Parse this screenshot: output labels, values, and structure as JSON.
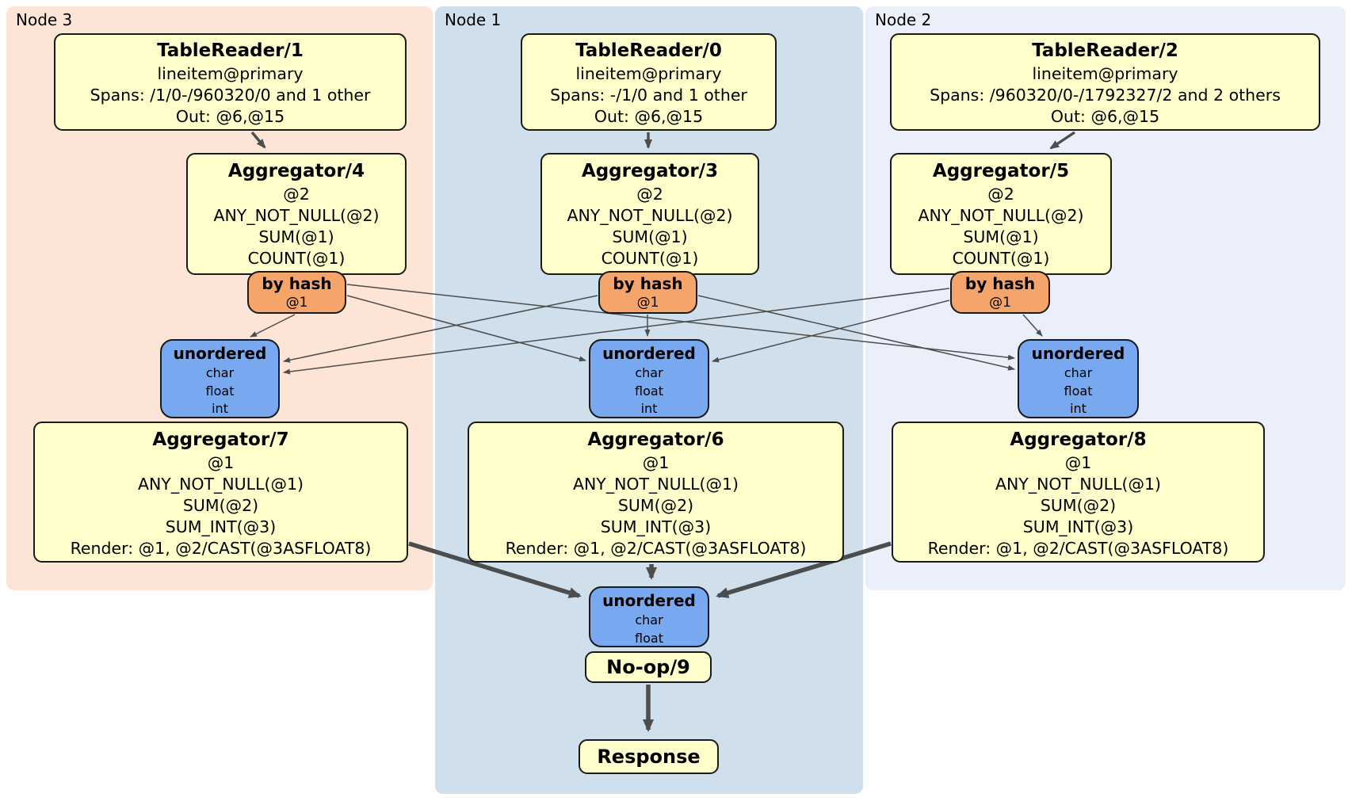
{
  "colors": {
    "node3-bg": "#fce4d6",
    "node1-bg": "#cfdfeb",
    "node2-bg": "#eaeffa",
    "box-bg": "#ffffcc",
    "router-bg": "#f5a46a",
    "sync-bg": "#77a8f0",
    "edge": "#4d4d4d"
  },
  "regions": {
    "node3": {
      "label": "Node 3"
    },
    "node1": {
      "label": "Node 1"
    },
    "node2": {
      "label": "Node 2"
    }
  },
  "processors": {
    "tr1": {
      "title": "TableReader/1",
      "lines": [
        "lineitem@primary",
        "Spans: /1/0-/960320/0 and 1 other",
        "Out: @6,@15"
      ]
    },
    "tr0": {
      "title": "TableReader/0",
      "lines": [
        "lineitem@primary",
        "Spans: -/1/0 and 1 other",
        "Out: @6,@15"
      ]
    },
    "tr2": {
      "title": "TableReader/2",
      "lines": [
        "lineitem@primary",
        "Spans: /960320/0-/1792327/2 and 2 others",
        "Out: @6,@15"
      ]
    },
    "agg4": {
      "title": "Aggregator/4",
      "lines": [
        "@2",
        "ANY_NOT_NULL(@2)",
        "SUM(@1)",
        "COUNT(@1)"
      ]
    },
    "agg3": {
      "title": "Aggregator/3",
      "lines": [
        "@2",
        "ANY_NOT_NULL(@2)",
        "SUM(@1)",
        "COUNT(@1)"
      ]
    },
    "agg5": {
      "title": "Aggregator/5",
      "lines": [
        "@2",
        "ANY_NOT_NULL(@2)",
        "SUM(@1)",
        "COUNT(@1)"
      ]
    },
    "agg7": {
      "title": "Aggregator/7",
      "lines": [
        "@1",
        "ANY_NOT_NULL(@1)",
        "SUM(@2)",
        "SUM_INT(@3)",
        "Render: @1, @2/CAST(@3ASFLOAT8)"
      ]
    },
    "agg6": {
      "title": "Aggregator/6",
      "lines": [
        "@1",
        "ANY_NOT_NULL(@1)",
        "SUM(@2)",
        "SUM_INT(@3)",
        "Render: @1, @2/CAST(@3ASFLOAT8)"
      ]
    },
    "agg8": {
      "title": "Aggregator/8",
      "lines": [
        "@1",
        "ANY_NOT_NULL(@1)",
        "SUM(@2)",
        "SUM_INT(@3)",
        "Render: @1, @2/CAST(@3ASFLOAT8)"
      ]
    },
    "noop": {
      "title": "No-op/9"
    },
    "response": {
      "title": "Response"
    }
  },
  "routers": {
    "hash4": {
      "title": "by hash",
      "key": "@1"
    },
    "hash3": {
      "title": "by hash",
      "key": "@1"
    },
    "hash5": {
      "title": "by hash",
      "key": "@1"
    }
  },
  "syncs": {
    "un7": {
      "title": "unordered",
      "types": [
        "char",
        "float",
        "int"
      ]
    },
    "un6": {
      "title": "unordered",
      "types": [
        "char",
        "float",
        "int"
      ]
    },
    "un8": {
      "title": "unordered",
      "types": [
        "char",
        "float",
        "int"
      ]
    },
    "un9": {
      "title": "unordered",
      "types": [
        "char",
        "float"
      ]
    }
  }
}
